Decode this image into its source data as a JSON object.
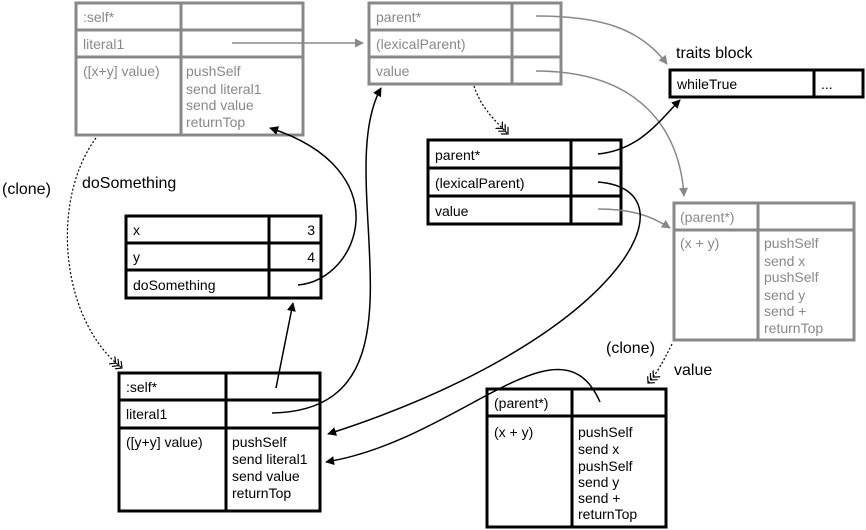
{
  "colors": {
    "active": "#000000",
    "inactive": "#888888",
    "background": "#ffffff"
  },
  "objects": {
    "method_top": {
      "slot1": ":self*",
      "slot2": "literal1",
      "code_label": "([x+y] value)",
      "code": [
        "pushSelf",
        "send literal1",
        "send value",
        "returnTop"
      ]
    },
    "block_proto": {
      "parent": "parent*",
      "lexical": "(lexicalParent)",
      "value": "value"
    },
    "traits": {
      "title": "traits block",
      "slot1": "whileTrue",
      "slot2": "..."
    },
    "block_clone": {
      "parent": "parent*",
      "lexical": "(lexicalParent)",
      "value": "value"
    },
    "value_method_proto": {
      "parent": "(parent*)",
      "code_label": "(x + y)",
      "code": [
        "pushSelf",
        "send x",
        "pushSelf",
        "send y",
        "send +",
        "returnTop"
      ]
    },
    "receiver": {
      "x_label": "x",
      "x_value": "3",
      "y_label": "y",
      "y_value": "4",
      "method_label": "doSomething"
    },
    "method_clone": {
      "slot1": ":self*",
      "slot2": "literal1",
      "code_label": "([y+y] value)",
      "code": [
        "pushSelf",
        "send literal1",
        "send value",
        "returnTop"
      ]
    },
    "value_method_clone": {
      "parent": "(parent*)",
      "code_label": "(x + y)",
      "code": [
        "pushSelf",
        "send x",
        "pushSelf",
        "send y",
        "send +",
        "returnTop"
      ]
    }
  },
  "labels": {
    "clone_left": "(clone)",
    "do_something": "doSomething",
    "clone_right": "(clone)",
    "value": "value"
  }
}
